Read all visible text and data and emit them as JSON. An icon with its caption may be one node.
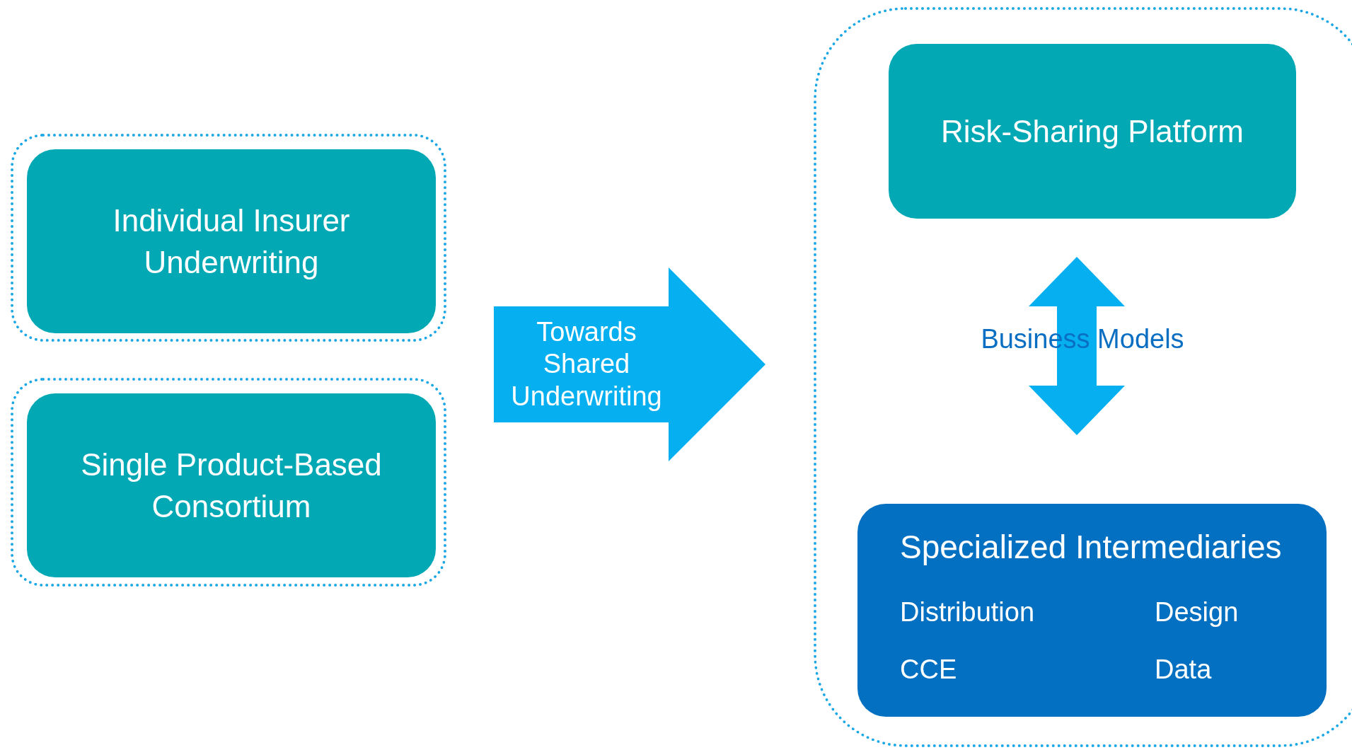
{
  "diagram": {
    "nodes": [
      {
        "text": [],
        "shape": "box"
      },
      {
        "text": [
          "Individual Insurer Underwriting"
        ],
        "in": 0
      },
      {
        "text": [],
        "shape": "box"
      },
      {
        "text": [
          "Single Product-Based Consortium"
        ],
        "in": 2
      },
      {
        "text": [
          "Towards Shared Underwriting"
        ]
      },
      {
        "text": [],
        "shape": "box"
      },
      {
        "text": [
          "Risk-Sharing Platform"
        ],
        "in": 5
      },
      {
        "text": [
          "Specialized Intermediaries",
          "Distribution",
          "Design",
          "CCE",
          "Data"
        ],
        "in": 5
      }
    ],
    "edges": [
      {
        "from": 6,
        "to": 7,
        "arrow": "both",
        "label": "Business Models"
      }
    ]
  }
}
